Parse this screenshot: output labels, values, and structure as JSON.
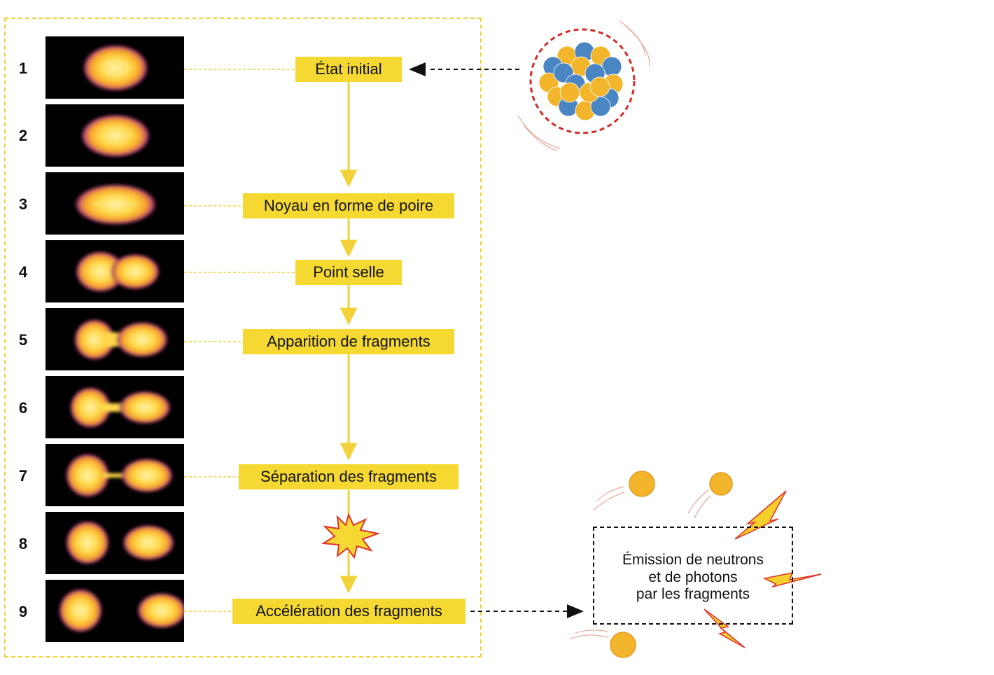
{
  "frames": [
    {
      "number": "1"
    },
    {
      "number": "2"
    },
    {
      "number": "3"
    },
    {
      "number": "4"
    },
    {
      "number": "5"
    },
    {
      "number": "6"
    },
    {
      "number": "7"
    },
    {
      "number": "8"
    },
    {
      "number": "9"
    }
  ],
  "stages": {
    "initial": "État initial",
    "pear": "Noyau en forme de poire",
    "saddle": "Point selle",
    "appearance": "Apparition de fragments",
    "separation": "Séparation des fragments",
    "acceleration": "Accélération des fragments"
  },
  "emission": {
    "lines": [
      "Émission de neutrons",
      "et de photons",
      "par les fragments"
    ]
  },
  "colors": {
    "stage_fill": "#f5d932",
    "flow_arrow": "#f2d23a",
    "nucleus_ring": "#d42a2a",
    "proton": "#f3b52b",
    "neutron": "#4a86c4",
    "photon": "#f5cf2c",
    "photon_edge": "#e0312b"
  }
}
